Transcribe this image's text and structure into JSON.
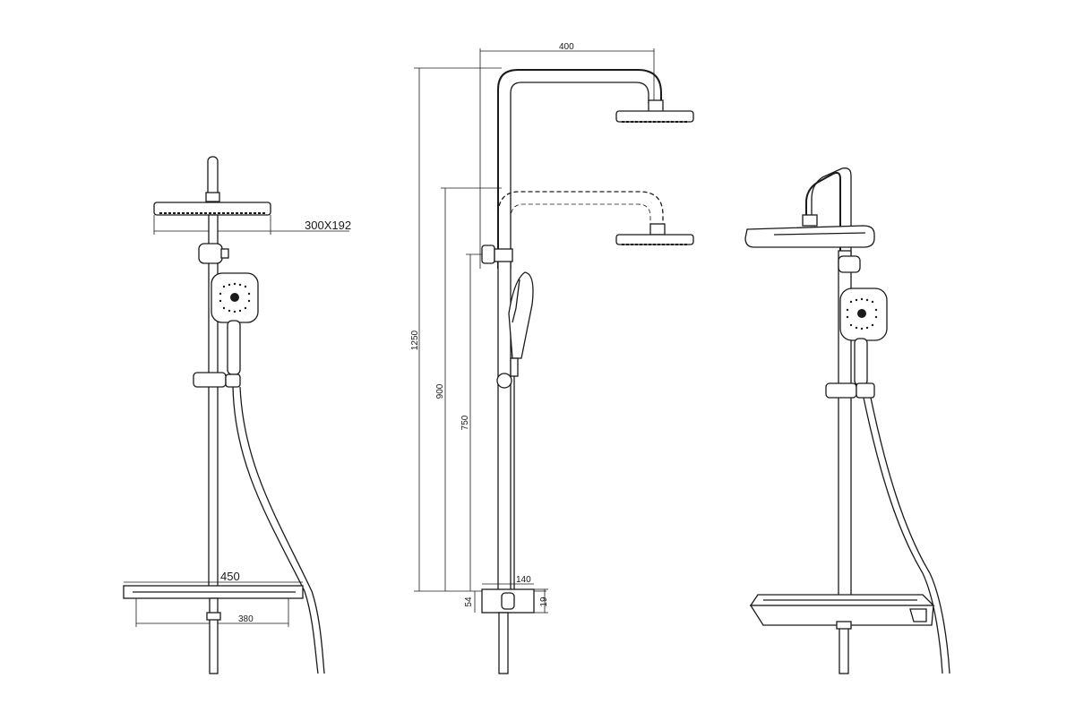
{
  "dimensions": {
    "head_size": "300X192",
    "shelf_width": "450",
    "shelf_inner": "380",
    "arm_reach": "400",
    "total_height": "1250",
    "low_head_height": "900",
    "holder_height": "750",
    "shelf_depth": "140",
    "shelf_offset": "54",
    "shelf_thickness": "19"
  }
}
